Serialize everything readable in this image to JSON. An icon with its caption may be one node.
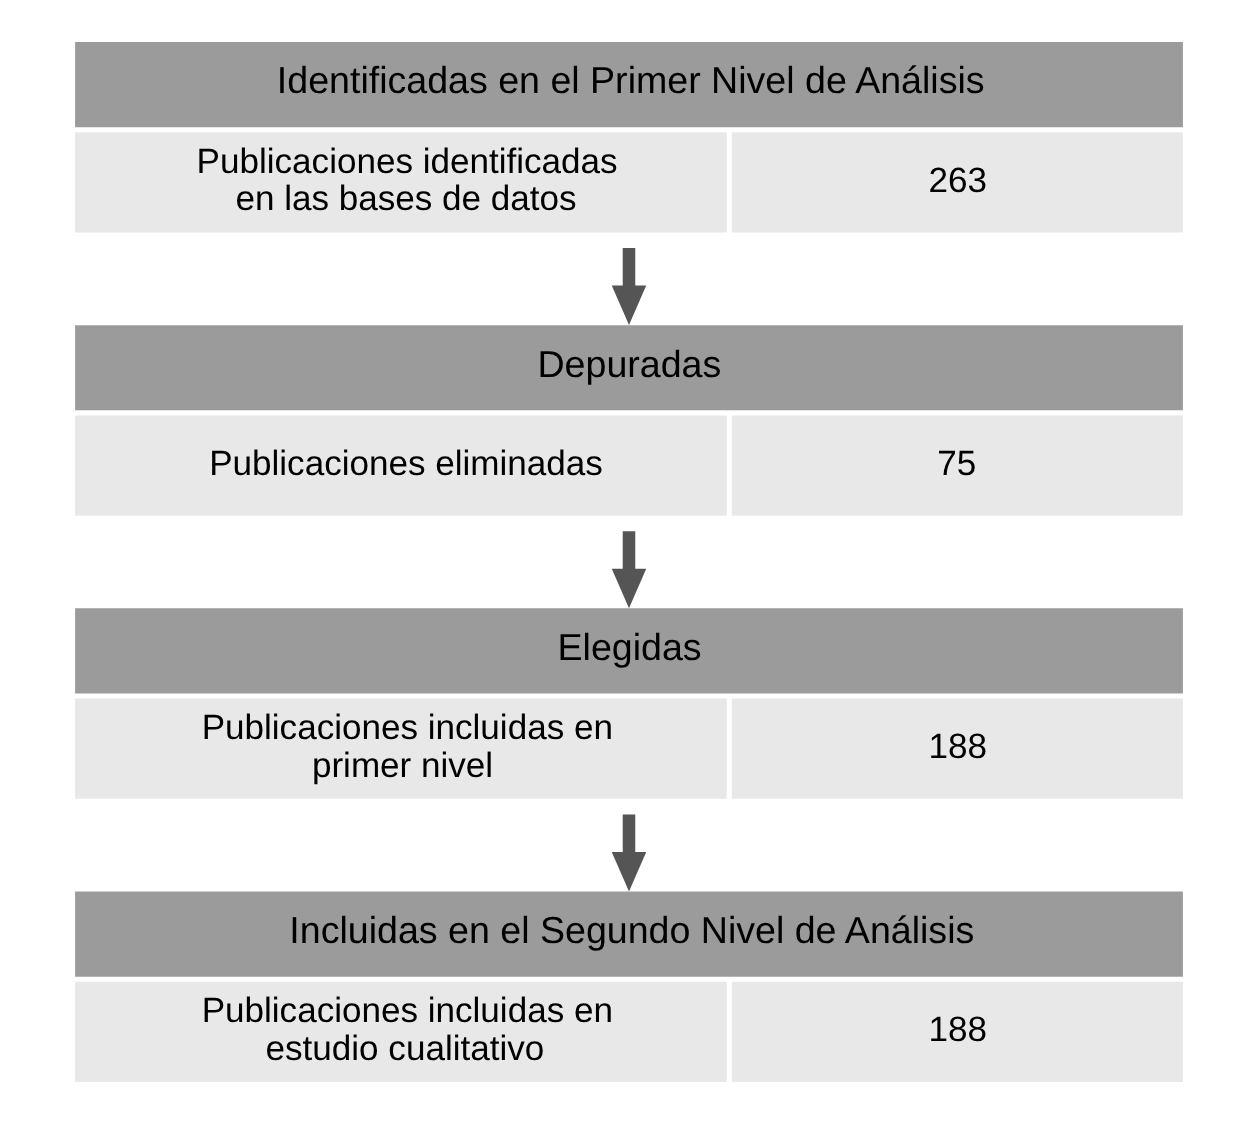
{
  "diagram": {
    "nodes": [
      {
        "text": [
          "Identificadas en el Primer Nivel de Análisis",
          "Publicaciones identificadas en las bases de datos",
          "263"
        ]
      },
      {
        "text": [
          "Depuradas",
          "Publicaciones eliminadas",
          "75"
        ]
      },
      {
        "text": [
          "Elegidas",
          "Publicaciones incluidas en primer nivel",
          "188"
        ]
      },
      {
        "text": [
          "Incluidas en el Segundo Nivel de Análisis",
          "Publicaciones incluidas en estudio cualitativo",
          "188"
        ]
      }
    ],
    "edges": [
      {
        "from": 0,
        "to": 1,
        "arrow": "to"
      },
      {
        "from": 1,
        "to": 2,
        "arrow": "to"
      },
      {
        "from": 2,
        "to": 3,
        "arrow": "to"
      }
    ]
  }
}
